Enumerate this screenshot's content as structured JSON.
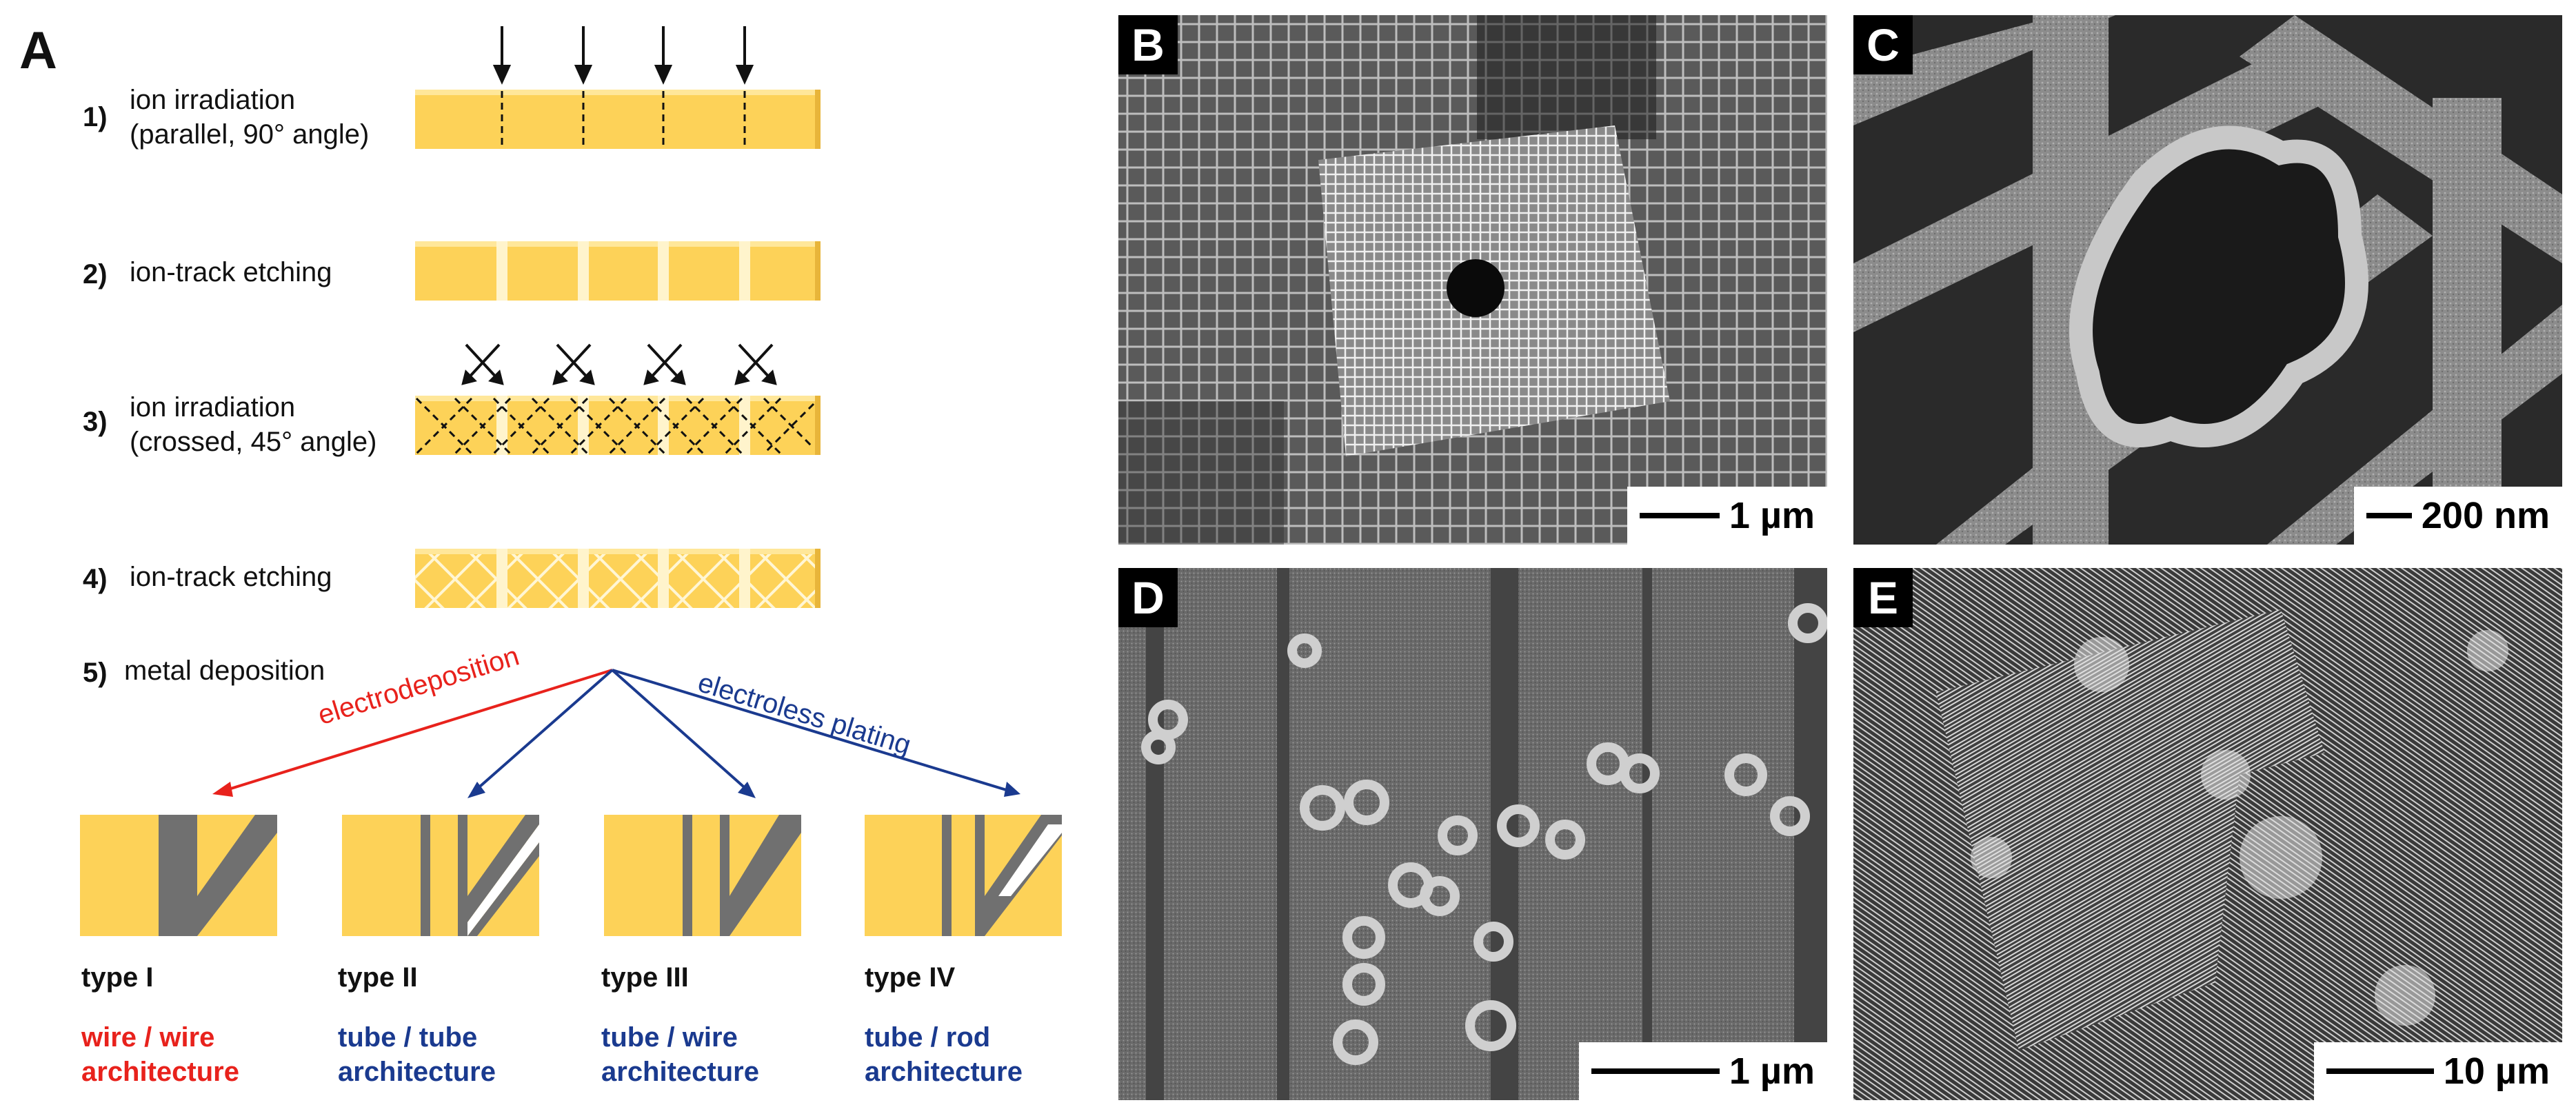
{
  "panel_a": {
    "letter": "A",
    "steps": [
      {
        "num": "1)",
        "text1": "ion irradiation",
        "text2": "(parallel, 90° angle)"
      },
      {
        "num": "2)",
        "text1": "ion-track etching",
        "text2": ""
      },
      {
        "num": "3)",
        "text1": "ion irradiation",
        "text2": "(crossed, 45° angle)"
      },
      {
        "num": "4)",
        "text1": "ion-track etching",
        "text2": ""
      },
      {
        "num": "5)",
        "text1": "metal deposition",
        "text2": ""
      }
    ],
    "branch_labels": {
      "electrodeposition": "electrodeposition",
      "electroless": "electroless plating"
    },
    "types": [
      {
        "label": "type I",
        "arch1": "wire / wire",
        "arch2": "architecture",
        "color": "#e8221c"
      },
      {
        "label": "type II",
        "arch1": "tube / tube",
        "arch2": "architecture",
        "color": "#1a3a8f"
      },
      {
        "label": "type III",
        "arch1": "tube / wire",
        "arch2": "architecture",
        "color": "#1a3a8f"
      },
      {
        "label": "type IV",
        "arch1": "tube / rod",
        "arch2": "architecture",
        "color": "#1a3a8f"
      }
    ],
    "colors": {
      "membrane": "#fdd258",
      "membrane_edge": "#e8b53a",
      "metal": "#707070",
      "electrodeposition": "#e8221c",
      "electroless": "#1a3a8f"
    }
  },
  "sem_panels": [
    {
      "letter": "B",
      "scale": "1 µm"
    },
    {
      "letter": "C",
      "scale": "200 nm"
    },
    {
      "letter": "D",
      "scale": "1 µm"
    },
    {
      "letter": "E",
      "scale": "10 µm"
    }
  ]
}
